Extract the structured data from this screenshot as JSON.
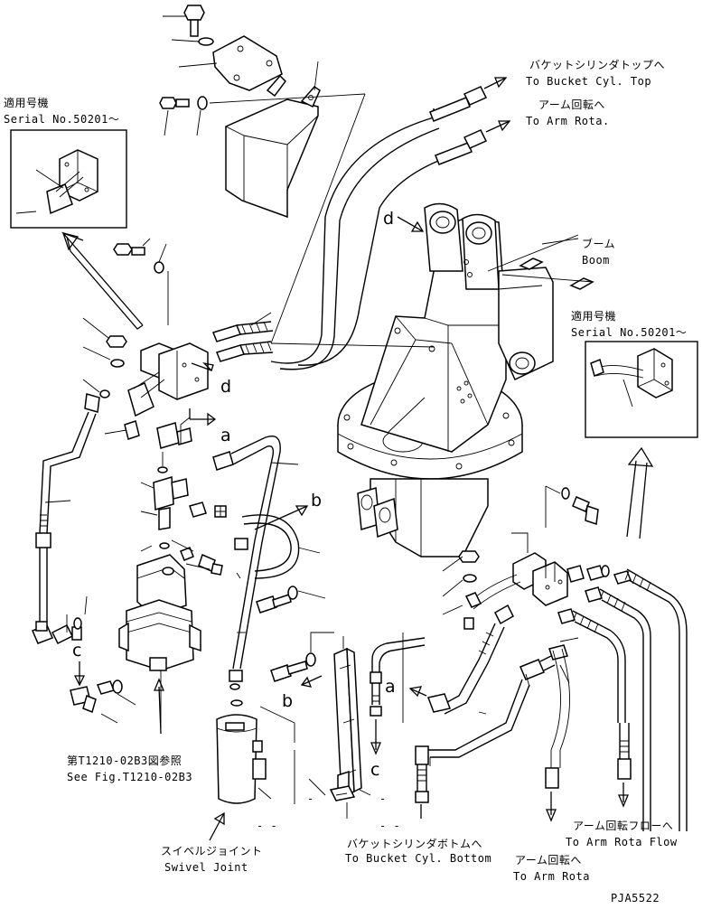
{
  "labels": {
    "to_bucket_top_jp": "バケットシリンダトップへ",
    "to_bucket_top_en": "To Bucket Cyl. Top",
    "to_arm_rota_jp": "アーム回転へ",
    "to_arm_rota_en": "To Arm Rota.",
    "serial_left_jp": "適用号機",
    "serial_left_en": "Serial No.50201～",
    "boom_jp": "ブーム",
    "boom_en": "Boom",
    "serial_right_jp": "適用号機",
    "serial_right_en": "Serial No.50201～",
    "see_fig_jp": "第T1210-02B3図参照",
    "see_fig_en": "See Fig.T1210-02B3",
    "swivel_jp": "スイベルジョイント",
    "swivel_en": "Swivel Joint",
    "bucket_bottom_jp": "バケットシリンダボトムへ",
    "bucket_bottom_en": "To Bucket Cyl. Bottom",
    "arm_rota_flow_jp": "アーム回転フローへ",
    "arm_rota_flow_en": "To Arm Rota Flow",
    "arm_rota2_jp": "アーム回転へ",
    "arm_rota2_en": "To Arm Rota",
    "drawing_code": "PJA5522"
  },
  "refs": {
    "d1": "d",
    "d2": "d",
    "a1": "a",
    "a2": "a",
    "b1": "b",
    "b2": "b",
    "c1": "c",
    "c2": "c"
  }
}
